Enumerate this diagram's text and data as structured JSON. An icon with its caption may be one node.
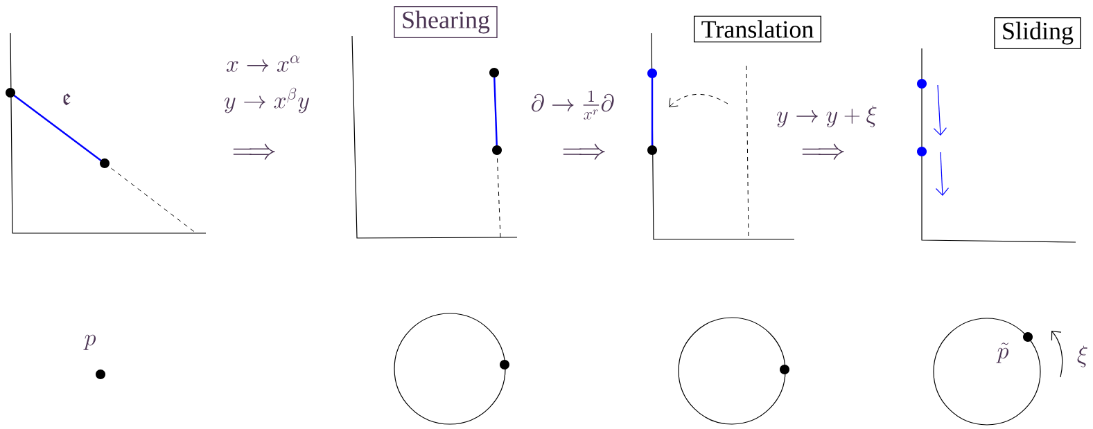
{
  "diagram": {
    "nodes": [
      {
        "text": [
          "Shearing"
        ]
      },
      {
        "text": [
          "Translation"
        ]
      },
      {
        "text": [
          "Sliding"
        ]
      },
      {
        "text": [],
        "shape": "circle"
      },
      {
        "text": [],
        "shape": "circle"
      },
      {
        "text": [],
        "shape": "circle"
      }
    ],
    "labels": [
      "\\mathfrak{e}",
      "x \\to x^{\\alpha}",
      "y \\to x^{\\beta} y",
      "\\Longrightarrow",
      "\\partial \\to \\frac{1}{x^{r}}\\partial",
      "\\Longrightarrow",
      "y \\to y + \\xi",
      "\\Longrightarrow",
      "p",
      "\\tilde{p}",
      "\\xi"
    ]
  }
}
